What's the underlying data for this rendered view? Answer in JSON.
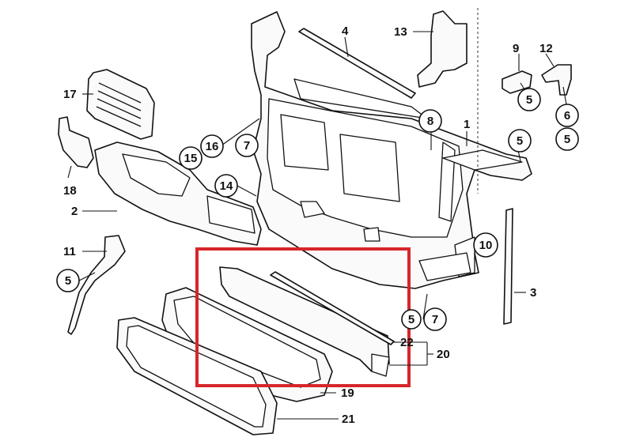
{
  "callouts": {
    "c1": "1",
    "c2": "2",
    "c3": "3",
    "c4": "4",
    "c5a": "5",
    "c5b": "5",
    "c5c": "5",
    "c5d": "5",
    "c5e": "5",
    "c6": "6",
    "c7a": "7",
    "c7b": "7",
    "c8": "8",
    "c9": "9",
    "c10": "10",
    "c11": "11",
    "c12": "12",
    "c13": "13",
    "c14": "14",
    "c15": "15",
    "c16": "16",
    "c17": "17",
    "c18": "18",
    "c19": "19",
    "c20": "20",
    "c21": "21",
    "c22": "22"
  },
  "highlight": {
    "color": "#d7262b"
  }
}
